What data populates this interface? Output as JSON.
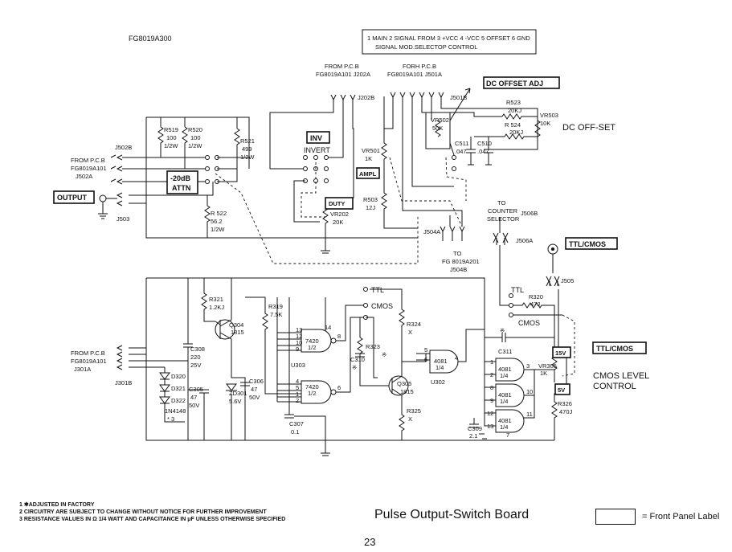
{
  "header": {
    "drawing_number": "FG8019A300",
    "legend_line1": "1 MAIN   2 SIGNAL  FROM  3 +VCC  4 -VCC  5 OFFSET  6 GND",
    "legend_line2": "SIGNAL   MOD.SELECTOP                          CONTROL"
  },
  "panel_labels": {
    "output": "OUTPUT",
    "attn_line1": "-20dB",
    "attn_line2": "ATTN",
    "inv": "INV",
    "ampl": "AMPL",
    "duty": "DUTY",
    "dc_offset_adj": "DC OFFSET ADJ",
    "ttl_cmos_top": "TTL/CMOS",
    "ttl_cmos_right": "TTL/CMOS",
    "v15": "15V",
    "v5": "5V"
  },
  "connectors": {
    "j502b": "J502B",
    "from_pcb_a1": "FROM P.C.B",
    "from_pcb_a2": "FG8019A101",
    "from_pcb_a3": "J502A",
    "j503": "J503",
    "from_pcb_b1": "FROM P.C.B",
    "from_pcb_b2": "FG8019A101  J202A",
    "j202b": "J202B",
    "forh_pcb1": "FORH P.C.B",
    "forh_pcb2": "FG8019A101  J501A",
    "j501b": "J501B",
    "j504a": "J504A",
    "to_504b1": "TO",
    "to_504b2": "FG 8019A201",
    "to_504b3": "J504B",
    "to_counter1": "TO",
    "to_counter2": "COUNTER",
    "to_counter3": "SELECTOR",
    "j506b": "J506B",
    "j506a": "J506A",
    "j505": "J505",
    "from_pcb_c1": "FROM P.C.B",
    "from_pcb_c2": "FG8019A101",
    "from_pcb_c3": "J301A",
    "j301b": "J301B"
  },
  "components": {
    "r519": "R519",
    "r519v": "100",
    "r519w": "1/2W",
    "r520": "R520",
    "r520v": "100",
    "r520w": "1/2W",
    "r521": "R521",
    "r521v": "499",
    "r521w": "1/2W",
    "r522": "R 522",
    "r522v": "56.2",
    "r522w": "1/2W",
    "invert": "INVERT",
    "vr501": "VR501",
    "vr501v": "1K",
    "r503": "R503",
    "r503v": "12J",
    "vr202": "VR202",
    "vr202v": "20K",
    "vr502": "VR502",
    "vr502v": "50K",
    "r523": "R523",
    "r523v": "20KJ",
    "r524": "R 524",
    "r524v": "20KJ",
    "vr503": "VR503",
    "vr503v": "10K",
    "dc_offset": "DC OFF-SET",
    "c511": "C511",
    "c511v": ".047",
    "c510": "C510",
    "c510v": ".047",
    "r321": "R321",
    "r321v": "1.2KJ",
    "q304": "Q304",
    "q304v": "1815",
    "c308": "C308",
    "c308v": "220",
    "c308w": "25V",
    "c305": "C305",
    "c305v": "47",
    "c305w": "50V",
    "c306": "C306",
    "c306v": "47",
    "c306w": "50V",
    "zd301": "ZD301",
    "zd301v": "5.6V",
    "d320": "D320",
    "d321": "D321",
    "d322": "D322",
    "diode_type": "1N4148",
    "star3": "* 3",
    "r319": "R319",
    "r319v": "7.5K",
    "ic7420a": "7420",
    "ic7420a_half": "1/2",
    "ic7420b": "7420",
    "ic7420b_half": "1/2",
    "u303": "U303",
    "c307": "C307",
    "c307v": "0.1",
    "ttl_sw": "TTL",
    "cmos_sw": "CMOS",
    "r324": "R324",
    "r324v": "X",
    "r323": "R323",
    "r323v": "※",
    "c310": "C310",
    "c310v": "※",
    "q305": "Q305",
    "q305v": "1815",
    "r325": "R325",
    "r325v": "X",
    "ic4081a": "4081",
    "ic4081a_q": "1/4",
    "u302": "U302",
    "ic4081b": "4081",
    "ic4081b_q": "1/4",
    "ic4081c": "4081",
    "ic4081c_q": "1/4",
    "ic4081d": "4081",
    "ic4081d_q": "1/4",
    "c309": "C309",
    "c309v": "2.1",
    "c311": "C311",
    "c311s": "※",
    "ttl_right": "TTL",
    "cmos_right": "CMOS",
    "r320": "R320",
    "r320v": "47J",
    "vr305": "VR305",
    "vr305v": "1K",
    "cmos_level1": "CMOS LEVEL",
    "cmos_level2": "CONTROL",
    "r326": "R326",
    "r326v": "470J"
  },
  "pins": {
    "p13": "13",
    "p12": "12",
    "p10": "10",
    "p9": "9",
    "p8": "8",
    "p4": "4",
    "p5": "5",
    "p1": "1",
    "p2": "2",
    "p6": "6",
    "p14": "14",
    "q4_5": "5",
    "q4_6": "6",
    "q4_4": "4",
    "q1": "1",
    "q2": "2",
    "q3": "3",
    "q8": "8",
    "q9": "9",
    "q10": "10",
    "q12": "12",
    "q13": "13",
    "q11": "11",
    "q7": "7"
  },
  "footer": {
    "note1": "1 ✱ADJUSTED IN FACTORY",
    "note2": "2 CIRCUITRY ARE SUBJECT TO CHANGE WITHOUT NOTICE FOR FURTHER IMPROVEMENT",
    "note3": "3 RESISTANCE VALUES IN Ω 1/4 WATT AND CAPACITANCE IN μF UNLESS OTHERWISE SPECIFIED",
    "board_title": "Pulse Output-Switch Board",
    "legend_text": "= Front Panel Label",
    "page_number": "23"
  }
}
